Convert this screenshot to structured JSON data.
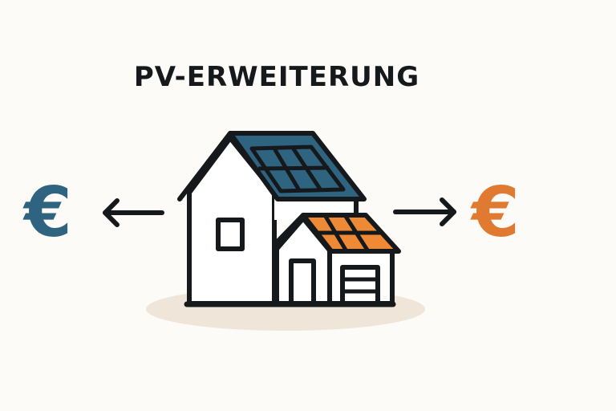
{
  "title": "PV-ERWEITERUNG",
  "left_symbol": {
    "glyph": "€",
    "icon": "euro-icon",
    "color": "#2f6481"
  },
  "right_symbol": {
    "glyph": "€",
    "icon": "euro-icon",
    "color": "#e07a30"
  },
  "arrows": {
    "left": "arrow-left-icon",
    "right": "arrow-right-icon"
  },
  "colors": {
    "outline": "#16191b",
    "main_roof": "#2f6481",
    "garage_panels": "#ee8a36",
    "ground_shadow": "#efe6d9",
    "background": "#fcfbf8"
  },
  "illustration": {
    "main_house_panels": 6,
    "garage_panels": 6
  }
}
